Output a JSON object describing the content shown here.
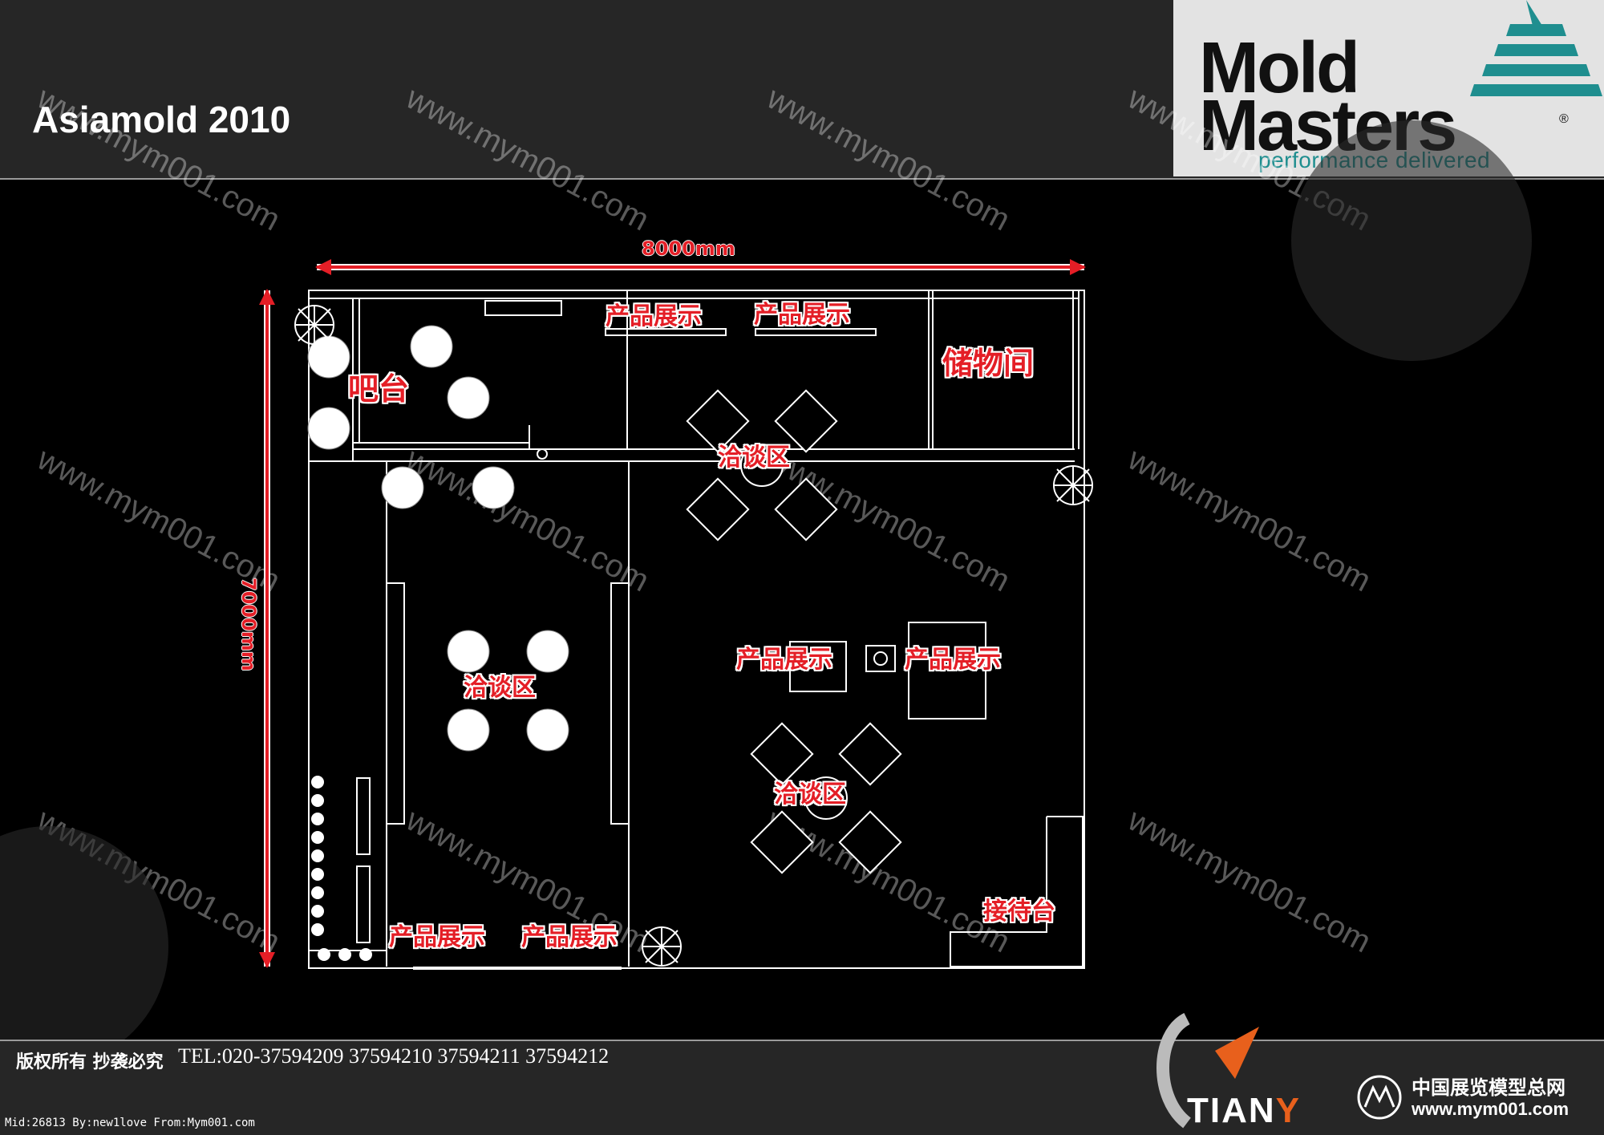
{
  "header": {
    "title": "Asiamold 2010"
  },
  "logo": {
    "line1": "Mold",
    "line2": "Masters",
    "registered": "®",
    "tagline": "performance delivered"
  },
  "dimensions": {
    "width": "8000mm",
    "height": "7000mm"
  },
  "zones": {
    "bar": "吧台",
    "storage": "储物间",
    "negotiation": "洽谈区",
    "display": "产品展示",
    "reception": "接待台"
  },
  "watermark": "www.mym001.com",
  "footer": {
    "copyright": "版权所有 抄袭必究",
    "tel": "TEL:020-37594209 37594210 37594211 37594212",
    "mid": "Mid:26813 By:new1love From:Mym001.com",
    "brand_prefix": "TIAN",
    "brand_y": "Y",
    "site_cn": "中国展览模型总网",
    "site_url": "www.mym001.com"
  },
  "colors": {
    "label_red": "#e41e26",
    "teal": "#1f8e8f",
    "orange": "#e8601c"
  }
}
